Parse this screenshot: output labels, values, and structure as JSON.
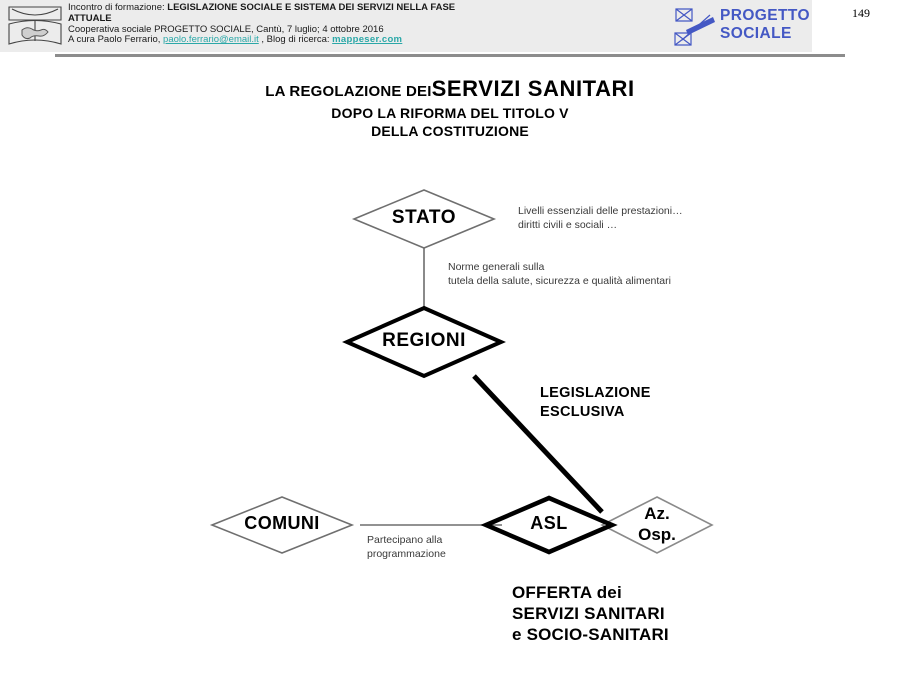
{
  "header": {
    "line1_prefix": "Incontro di formazione: ",
    "line1_bold": "LEGISLAZIONE SOCIALE E SISTEMA DEI SERVIZI NELLA FASE",
    "line1_bold_cont": "ATTUALE",
    "line2": "Cooperativa sociale PROGETTO SOCIALE, Cantù, 7 luglio; 4 ottobre 2016",
    "line3_prefix": "A cura Paolo Ferrario, ",
    "line3_email": "paolo.ferrario@email.it",
    "line3_mid": " , Blog di ricerca: ",
    "line3_blog": "mappeser.com",
    "brand_line1": "PROGETTO",
    "brand_line2": "SOCIALE",
    "page_number": "149",
    "link_color": "#2ba8a8",
    "brand_color": "#4458c4"
  },
  "title": {
    "line1_small": "LA REGOLAZIONE DEI",
    "line1_big": "SERVIZI SANITARI",
    "line2": "DOPO LA RIFORMA DEL TITOLO V",
    "line3": "DELLA COSTITUZIONE"
  },
  "diagram": {
    "nodes": [
      {
        "id": "stato",
        "label": "STATO"
      },
      {
        "id": "regioni",
        "label": "REGIONI"
      },
      {
        "id": "comuni",
        "label": "COMUNI"
      },
      {
        "id": "asl",
        "label": "ASL"
      },
      {
        "id": "az_osp",
        "label": "Az.\nOsp."
      },
      {
        "id": "az_osp_l1",
        "label": "Az."
      },
      {
        "id": "az_osp_l2",
        "label": "Osp."
      }
    ],
    "annotations": {
      "stato_right_l1": "Livelli essenziali delle prestazioni…",
      "stato_right_l2": "diritti civili e sociali …",
      "stato_regioni_l1": "Norme generali sulla",
      "stato_regioni_l2": "tutela della salute, sicurezza e qualità alimentari",
      "legislazione_l1": "LEGISLAZIONE",
      "legislazione_l2": "ESCLUSIVA",
      "comuni_asl_l1": "Partecipano alla",
      "comuni_asl_l2": "programmazione"
    },
    "caption_l1": "OFFERTA dei",
    "caption_l2": "SERVIZI SANITARI",
    "caption_l3": "e SOCIO-SANITARI"
  }
}
